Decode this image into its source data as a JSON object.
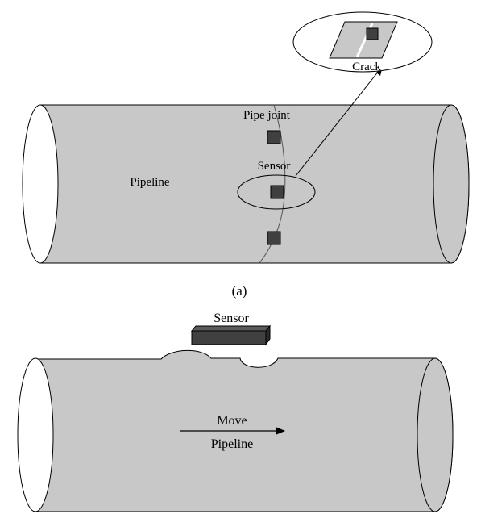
{
  "panel_a": {
    "pipeline_label": "Pipeline",
    "pipe_joint_label": "Pipe joint",
    "sensor_label": "Sensor",
    "crack_label": "Crack",
    "caption": "(a)"
  },
  "panel_b": {
    "sensor_label": "Sensor",
    "move_label": "Move",
    "pipeline_label": "Pipeline"
  },
  "colors": {
    "pipe_fill": "#c8c8c8",
    "sensor_fill": "#404040",
    "outline": "#000000",
    "end_cap": "#ffffff"
  }
}
